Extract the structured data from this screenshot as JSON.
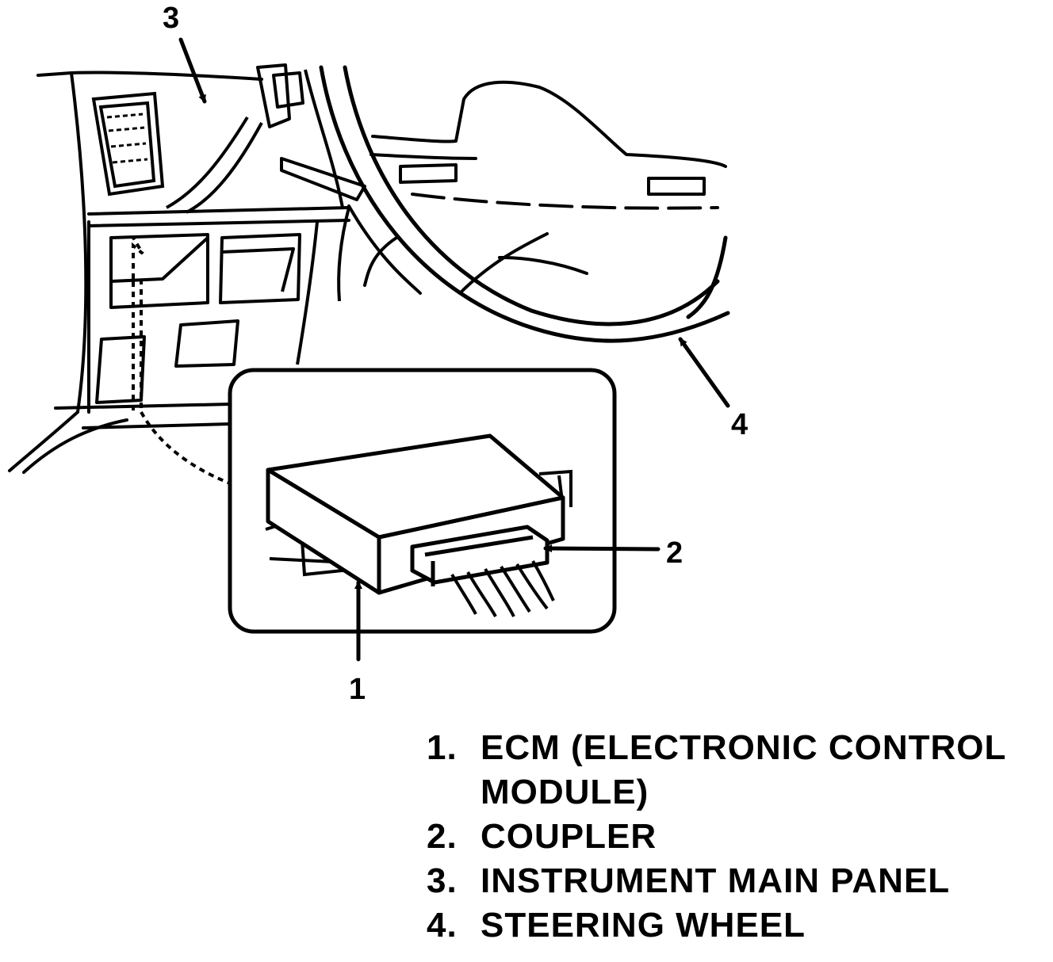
{
  "callouts": {
    "c1": "1",
    "c2": "2",
    "c3": "3",
    "c4": "4"
  },
  "legend": {
    "items": [
      {
        "number": "1.",
        "text": "ECM (ELECTRONIC CONTROL"
      },
      {
        "number": "",
        "text": "MODULE)"
      },
      {
        "number": "2.",
        "text": "COUPLER"
      },
      {
        "number": "3.",
        "text": "INSTRUMENT MAIN PANEL"
      },
      {
        "number": "4.",
        "text": "STEERING WHEEL"
      }
    ]
  },
  "colors": {
    "ink": "#000000",
    "paper": "#ffffff"
  }
}
